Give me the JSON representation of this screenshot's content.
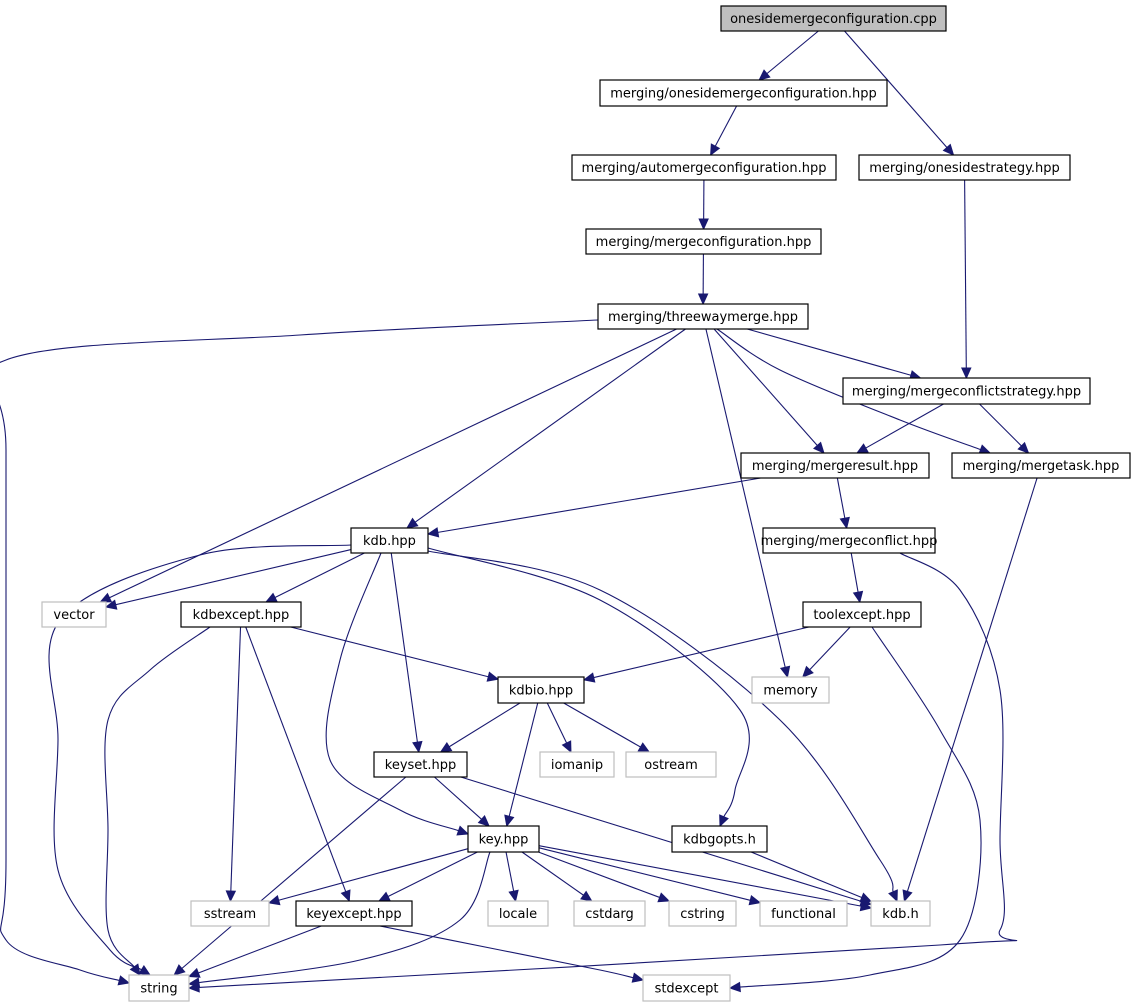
{
  "title": "onesidemergeconfiguration.cpp include dependency graph",
  "colors": {
    "edge": "#191970",
    "root_fill": "#bfbfbf",
    "local_border": "#000000",
    "system_border": "#bfbfbf"
  },
  "nodes": [
    {
      "id": "root",
      "label": "onesidemergeconfiguration.cpp",
      "kind": "root"
    },
    {
      "id": "osmc",
      "label": "merging/onesidemergeconfiguration.hpp",
      "kind": "local"
    },
    {
      "id": "amc",
      "label": "merging/automergeconfiguration.hpp",
      "kind": "local"
    },
    {
      "id": "oss",
      "label": "merging/onesidestrategy.hpp",
      "kind": "local"
    },
    {
      "id": "mc",
      "label": "merging/mergeconfiguration.hpp",
      "kind": "local"
    },
    {
      "id": "twm",
      "label": "merging/threewaymerge.hpp",
      "kind": "local"
    },
    {
      "id": "mcs",
      "label": "merging/mergeconflictstrategy.hpp",
      "kind": "local"
    },
    {
      "id": "mr",
      "label": "merging/mergeresult.hpp",
      "kind": "local"
    },
    {
      "id": "mt",
      "label": "merging/mergetask.hpp",
      "kind": "local"
    },
    {
      "id": "kdbhpp",
      "label": "kdb.hpp",
      "kind": "local"
    },
    {
      "id": "mcf",
      "label": "merging/mergeconflict.hpp",
      "kind": "local"
    },
    {
      "id": "vector",
      "label": "vector",
      "kind": "system"
    },
    {
      "id": "kdbexcept",
      "label": "kdbexcept.hpp",
      "kind": "local"
    },
    {
      "id": "toolexcept",
      "label": "toolexcept.hpp",
      "kind": "local"
    },
    {
      "id": "kdbio",
      "label": "kdbio.hpp",
      "kind": "local"
    },
    {
      "id": "memory",
      "label": "memory",
      "kind": "system"
    },
    {
      "id": "keyset",
      "label": "keyset.hpp",
      "kind": "local"
    },
    {
      "id": "iomanip",
      "label": "iomanip",
      "kind": "system"
    },
    {
      "id": "ostream",
      "label": "ostream",
      "kind": "system"
    },
    {
      "id": "key",
      "label": "key.hpp",
      "kind": "local"
    },
    {
      "id": "kdbgopts",
      "label": "kdbgopts.h",
      "kind": "local"
    },
    {
      "id": "sstream",
      "label": "sstream",
      "kind": "system"
    },
    {
      "id": "keyexcept",
      "label": "keyexcept.hpp",
      "kind": "local"
    },
    {
      "id": "locale",
      "label": "locale",
      "kind": "system"
    },
    {
      "id": "cstdarg",
      "label": "cstdarg",
      "kind": "system"
    },
    {
      "id": "cstring",
      "label": "cstring",
      "kind": "system"
    },
    {
      "id": "functional",
      "label": "functional",
      "kind": "system"
    },
    {
      "id": "kdbh",
      "label": "kdb.h",
      "kind": "system"
    },
    {
      "id": "string",
      "label": "string",
      "kind": "system"
    },
    {
      "id": "stdexcept",
      "label": "stdexcept",
      "kind": "system"
    }
  ],
  "edges": [
    [
      "root",
      "osmc"
    ],
    [
      "root",
      "oss"
    ],
    [
      "osmc",
      "amc"
    ],
    [
      "amc",
      "mc"
    ],
    [
      "mc",
      "twm"
    ],
    [
      "oss",
      "mcs"
    ],
    [
      "twm",
      "string"
    ],
    [
      "twm",
      "vector"
    ],
    [
      "twm",
      "kdbhpp"
    ],
    [
      "twm",
      "memory"
    ],
    [
      "twm",
      "mr"
    ],
    [
      "twm",
      "mt"
    ],
    [
      "twm",
      "mcs"
    ],
    [
      "mcs",
      "mr"
    ],
    [
      "mcs",
      "mt"
    ],
    [
      "mr",
      "kdbhpp"
    ],
    [
      "mr",
      "mcf"
    ],
    [
      "mt",
      "kdbh"
    ],
    [
      "mcf",
      "toolexcept"
    ],
    [
      "mcf",
      "string"
    ],
    [
      "kdbhpp",
      "vector"
    ],
    [
      "kdbhpp",
      "string"
    ],
    [
      "kdbhpp",
      "kdbexcept"
    ],
    [
      "kdbhpp",
      "key"
    ],
    [
      "kdbhpp",
      "keyset"
    ],
    [
      "kdbhpp",
      "kdbgopts"
    ],
    [
      "kdbhpp",
      "kdbh"
    ],
    [
      "kdbexcept",
      "string"
    ],
    [
      "kdbexcept",
      "sstream"
    ],
    [
      "kdbexcept",
      "keyexcept"
    ],
    [
      "kdbexcept",
      "kdbio"
    ],
    [
      "toolexcept",
      "kdbio"
    ],
    [
      "toolexcept",
      "memory"
    ],
    [
      "toolexcept",
      "stdexcept"
    ],
    [
      "kdbio",
      "keyset"
    ],
    [
      "kdbio",
      "key"
    ],
    [
      "kdbio",
      "iomanip"
    ],
    [
      "kdbio",
      "ostream"
    ],
    [
      "keyset",
      "string"
    ],
    [
      "keyset",
      "key"
    ],
    [
      "keyset",
      "kdbh"
    ],
    [
      "key",
      "sstream"
    ],
    [
      "key",
      "keyexcept"
    ],
    [
      "key",
      "string"
    ],
    [
      "key",
      "locale"
    ],
    [
      "key",
      "cstdarg"
    ],
    [
      "key",
      "cstring"
    ],
    [
      "key",
      "functional"
    ],
    [
      "key",
      "kdbh"
    ],
    [
      "kdbgopts",
      "kdbh"
    ],
    [
      "keyexcept",
      "string"
    ],
    [
      "keyexcept",
      "stdexcept"
    ]
  ]
}
